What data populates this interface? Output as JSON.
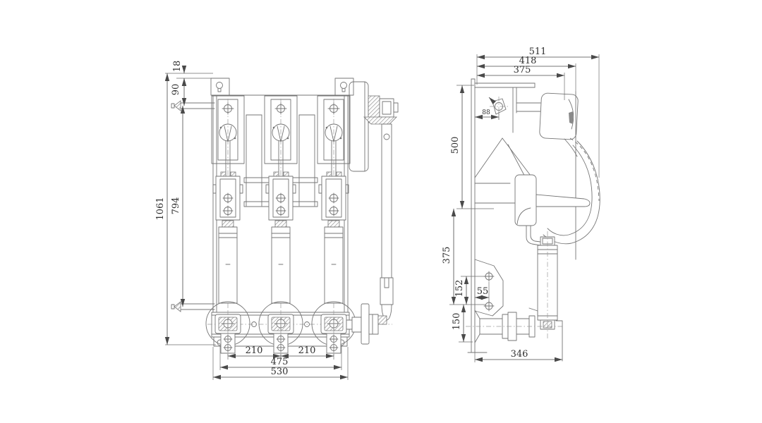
{
  "dimensions": {
    "front": {
      "top_offset": "18",
      "plate_to_terminal": "90",
      "terminal_span": "794",
      "overall_height": "1061",
      "pole_pitch_left": "210",
      "pole_pitch_right": "210",
      "mounting_hole_span": "475",
      "overall_width": "530"
    },
    "side": {
      "overall_depth": "511",
      "frame_depth": "418",
      "housing_depth": "375",
      "upper_height": "500",
      "mid_height": "375",
      "shaft_offset": "88",
      "bracket_hole_span": "152",
      "bracket_hole_offset": "55",
      "bushing_height": "150",
      "base_depth": "346"
    }
  }
}
